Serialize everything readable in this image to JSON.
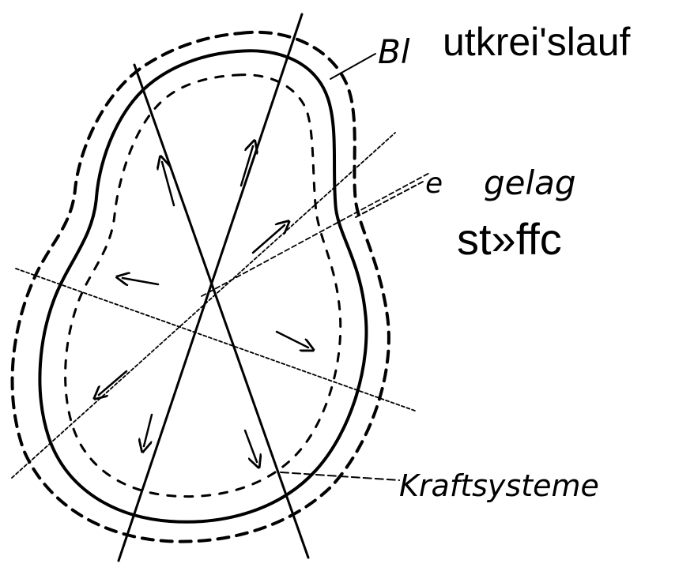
{
  "labels": {
    "blood_circulation_hand": "Bl",
    "blood_circulation_typed": "utkrei'slauf",
    "lymph_hand_prefix": "e",
    "lymph_hand": "gelag",
    "lymph_typed": "st»ffc",
    "force_systems": "Kraftsysteme"
  },
  "colors": {
    "ink": "#000000",
    "paper": "#ffffff"
  }
}
